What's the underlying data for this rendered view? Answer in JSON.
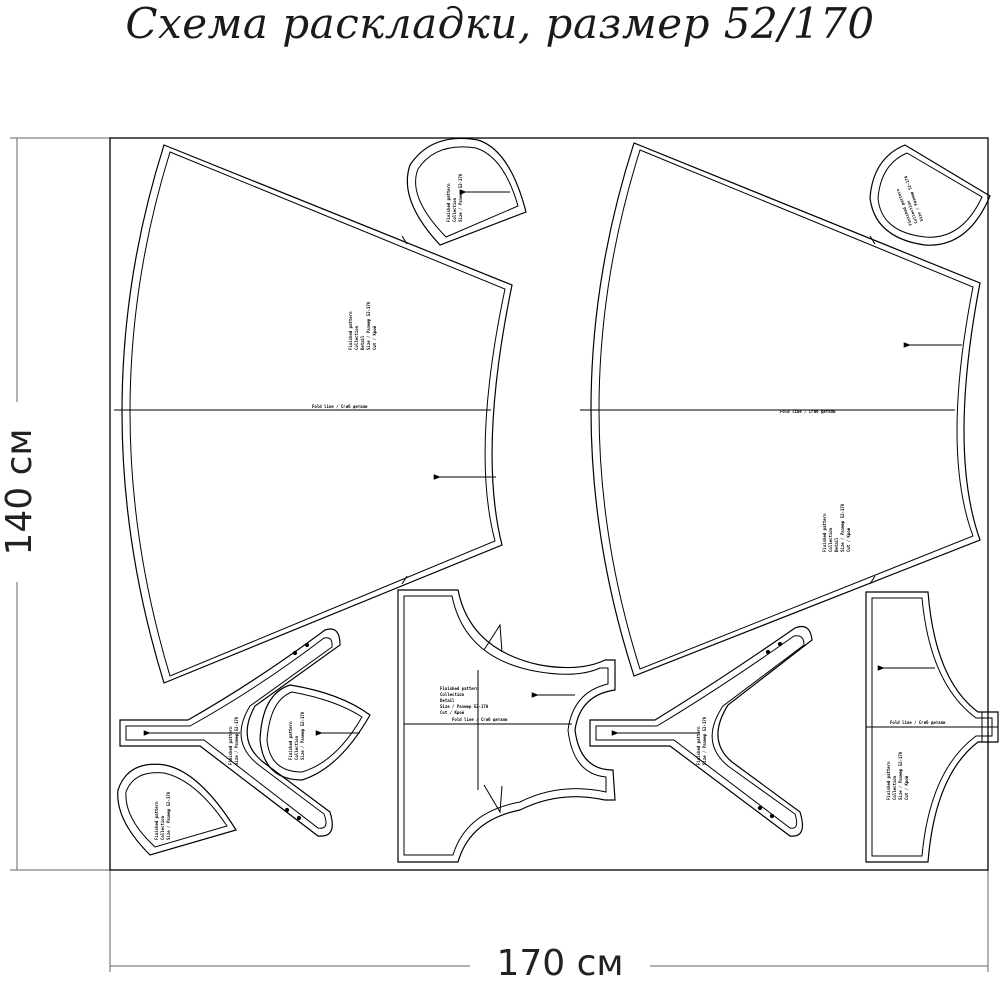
{
  "title": "Схема раскладки, размер 52/170",
  "dimensions": {
    "width_label": "170 см",
    "height_label": "140 см"
  },
  "fold_line_label": "Fold line / Сгиб детали",
  "piece_label_lines": [
    "Finished pattern",
    "Collection",
    "Detail",
    "Size / Размер 52-170",
    "Cut / Крой"
  ],
  "colors": {
    "line": "#000000",
    "dimension": "#555555",
    "background": "#ffffff"
  }
}
